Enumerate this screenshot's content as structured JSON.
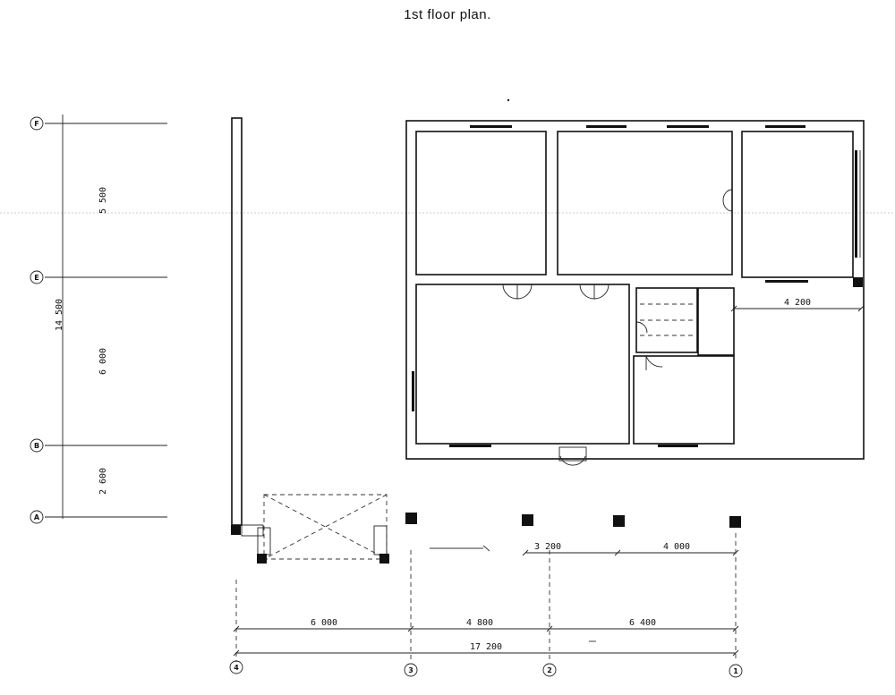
{
  "title": "1st floor plan.",
  "grid_rows": [
    {
      "label": "F"
    },
    {
      "label": "E"
    },
    {
      "label": "B"
    },
    {
      "label": "A"
    }
  ],
  "grid_columns": [
    {
      "label": "4"
    },
    {
      "label": "3"
    },
    {
      "label": "2"
    },
    {
      "label": "1"
    }
  ],
  "vertical_dimensions": {
    "overall": "14 500",
    "segments": [
      "5 500",
      "6 000",
      "2 600"
    ]
  },
  "horizontal_dimensions": {
    "segments": [
      "6 000",
      "4 800",
      "6 400"
    ],
    "overall": "17 200"
  },
  "terrace_dimensions": [
    "3 200",
    "4 000"
  ],
  "wing_dimension": "4 200"
}
